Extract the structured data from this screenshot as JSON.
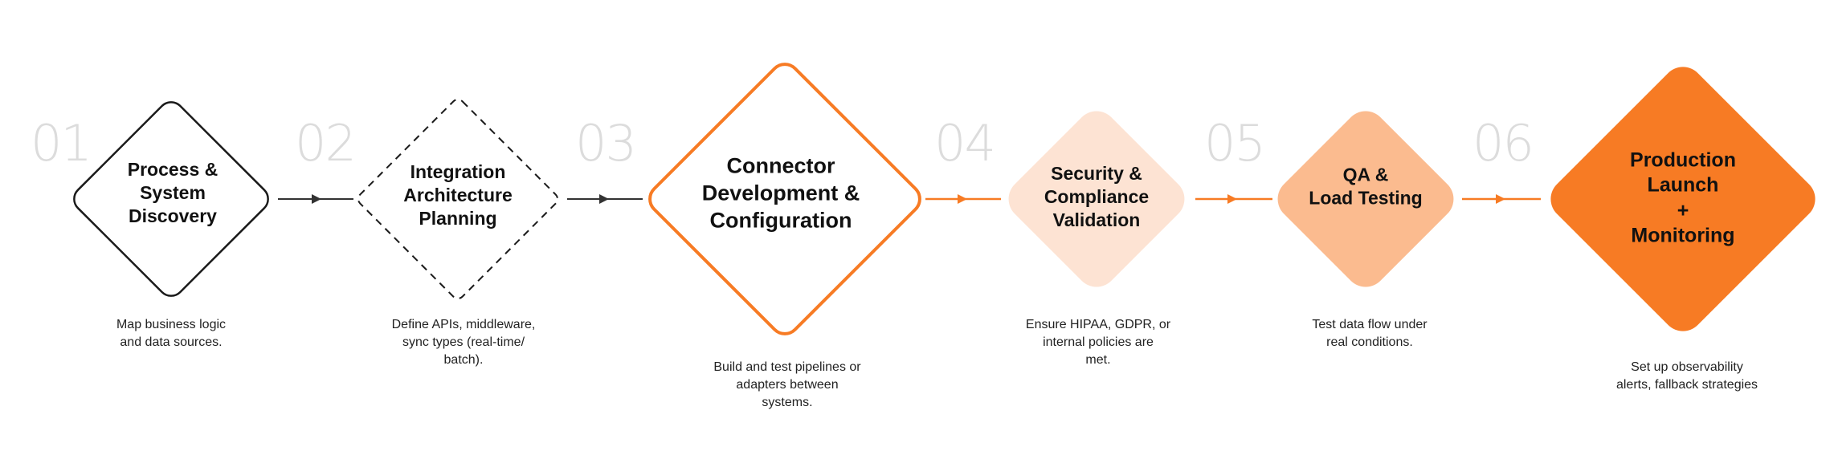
{
  "colors": {
    "dark": "#1a1a1a",
    "orange": "#f77b24",
    "peach_light": "#fde3d3",
    "peach_mid": "#fbbb8f",
    "number_gray": "#dcdcdc"
  },
  "steps": [
    {
      "number": "01",
      "title": "Process &\nSystem\nDiscovery",
      "description": "Map business logic\nand data sources.",
      "style": "outline-dark"
    },
    {
      "number": "02",
      "title": "Integration\nArchitecture\nPlanning",
      "description": "Define APIs, middleware,\nsync types (real-time/\nbatch).",
      "style": "dashed-dark"
    },
    {
      "number": "03",
      "title": "Connector\nDevelopment &\nConfiguration",
      "description": "Build and test pipelines or\nadapters between\nsystems.",
      "style": "outline-orange"
    },
    {
      "number": "04",
      "title": "Security &\nCompliance\nValidation",
      "description": "Ensure HIPAA, GDPR, or\ninternal policies are\nmet.",
      "style": "fill-light"
    },
    {
      "number": "05",
      "title": "QA &\nLoad Testing",
      "description": "Test data flow under\nreal conditions.",
      "style": "fill-mid"
    },
    {
      "number": "06",
      "title": "Production\nLaunch\n+\nMonitoring",
      "description": "Set up observability\nalerts, fallback strategies",
      "style": "fill-orange"
    }
  ]
}
